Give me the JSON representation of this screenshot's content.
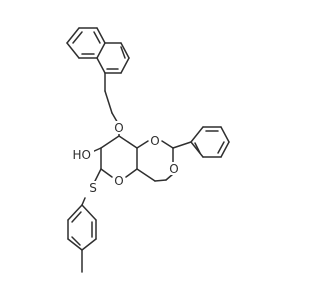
{
  "molecule": {
    "atoms": {
      "O_naphthylmethoxy": "O",
      "OH_hydroxyl": "HO",
      "O_acetal_upper": "O",
      "O_acetal_lower": "O",
      "O_pyranose_ring": "O",
      "S_thioether": "S"
    }
  }
}
